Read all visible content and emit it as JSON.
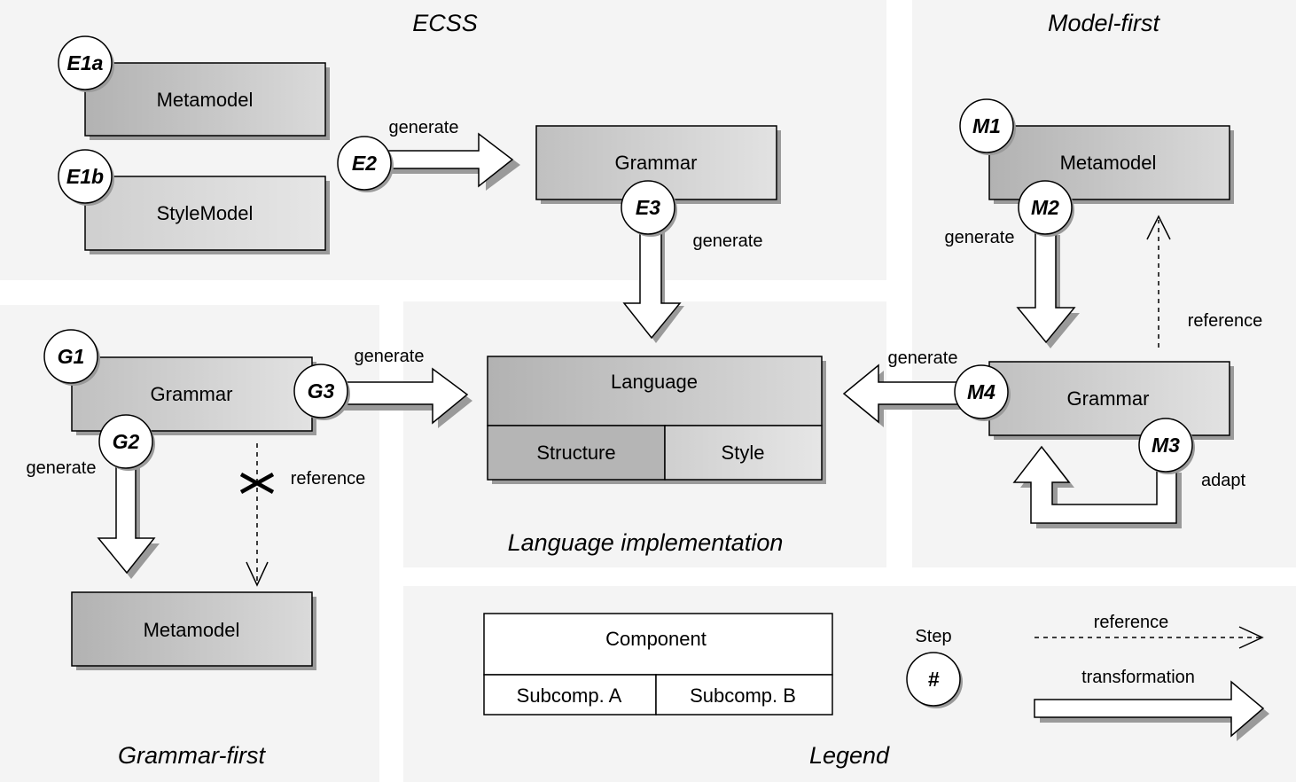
{
  "regions": {
    "ecss": "ECSS",
    "model_first": "Model-first",
    "grammar_first": "Grammar-first",
    "language_impl": "Language implementation",
    "legend": "Legend"
  },
  "ecss": {
    "metamodel": "Metamodel",
    "stylemodel": "StyleModel",
    "grammar": "Grammar",
    "steps": {
      "e1a": "E1a",
      "e1b": "E1b",
      "e2": "E2",
      "e3": "E3"
    },
    "generate_1": "generate",
    "generate_2": "generate"
  },
  "model_first": {
    "metamodel": "Metamodel",
    "grammar": "Grammar",
    "steps": {
      "m1": "M1",
      "m2": "M2",
      "m3": "M3",
      "m4": "M4"
    },
    "generate_1": "generate",
    "generate_2": "generate",
    "reference": "reference",
    "adapt": "adapt"
  },
  "grammar_first": {
    "grammar": "Grammar",
    "metamodel": "Metamodel",
    "steps": {
      "g1": "G1",
      "g2": "G2",
      "g3": "G3"
    },
    "generate_1": "generate",
    "generate_2": "generate",
    "reference": "reference"
  },
  "language": {
    "title": "Language",
    "structure": "Structure",
    "style": "Style"
  },
  "legend": {
    "component": "Component",
    "sub_a": "Subcomp. A",
    "sub_b": "Subcomp. B",
    "step_label": "Step",
    "step_symbol": "#",
    "reference": "reference",
    "transformation": "transformation"
  },
  "colors": {
    "panel": "#f4f4f4",
    "box_dark": "#b5b5b5",
    "box_light": "#d8d8d8",
    "shadow": "#9a9a9a"
  }
}
